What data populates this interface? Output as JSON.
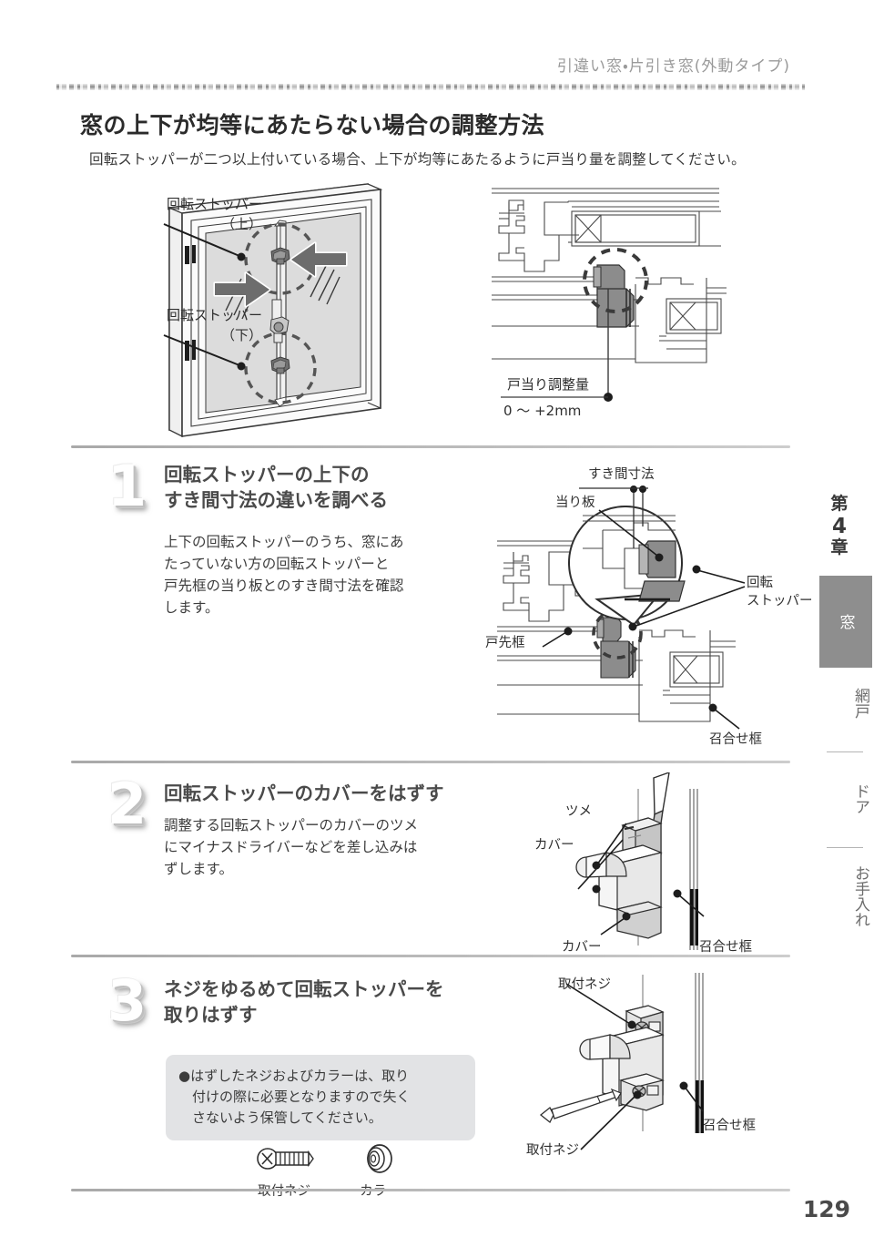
{
  "header": {
    "running_title": "引違い窓・片引き窓(外動タイプ)"
  },
  "section": {
    "title": "窓の上下が均等にあたらない場合の調整方法",
    "lead": "回転ストッパーが二つ以上付いている場合、上下が均等にあたるように戸当り量を調整してください。"
  },
  "overview_figure": {
    "window": {
      "label_upper_line1": "回転ストッパー",
      "label_upper_line2": "（上）",
      "label_lower_line1": "回転ストッパー",
      "label_lower_line2": "（下）"
    },
    "section_view": {
      "label_amount": "戸当り調整量",
      "label_range": "0 ～ +2mm"
    }
  },
  "steps": [
    {
      "number": "1",
      "title_line1": "回転ストッパーの上下の",
      "title_line2": "すき間寸法の違いを調べる",
      "body_line1": "上下の回転ストッパーのうち、窓にあ",
      "body_line2": "たっていない方の回転ストッパーと",
      "body_line3": "戸先框の当り板とのすき間寸法を確認",
      "body_line4": "します。",
      "figure_labels": {
        "gap": "すき間寸法",
        "strike_plate": "当り板",
        "stopper_line1": "回転",
        "stopper_line2": "ストッパー",
        "lead_stile": "戸先框",
        "meeting_stile": "召合せ框"
      }
    },
    {
      "number": "2",
      "title_line1": "回転ストッパーのカバーをはずす",
      "body_line1": "調整する回転ストッパーのカバーのツメ",
      "body_line2": "にマイナスドライバーなどを差し込みは",
      "body_line3": "ずします。",
      "figure_labels": {
        "claw": "ツメ",
        "cover_top": "カバー",
        "cover_bottom": "カバー",
        "meeting_stile": "召合せ框"
      }
    },
    {
      "number": "3",
      "title_line1": "ネジをゆるめて回転ストッパーを",
      "title_line2": "取りはずす",
      "note_line1": "●はずしたネジおよびカラーは、取り",
      "note_line2": "付けの際に必要となりますので失く",
      "note_line3": "さないよう保管してください。",
      "figure_labels": {
        "screw_top": "取付ネジ",
        "screw_bottom": "取付ネジ",
        "meeting_stile": "召合せ框"
      },
      "parts": [
        {
          "icon": "screw-icon",
          "label": "取付ネジ"
        },
        {
          "icon": "collar-icon",
          "label": "カラー"
        }
      ]
    }
  ],
  "side_tabs": {
    "chapter_prefix": "第",
    "chapter_number": "4",
    "chapter_suffix": "章",
    "items": [
      {
        "label": "窓",
        "active": true
      },
      {
        "label": "網戸",
        "active": false
      },
      {
        "label": "ドア",
        "active": false
      },
      {
        "label": "お手入れ",
        "active": false
      }
    ]
  },
  "footer": {
    "page_number": "129"
  },
  "colors": {
    "accent_gray": "#8e8e8e",
    "rule_gray": "#b4b4b4",
    "note_bg": "#e2e3e5",
    "text": "#3a3a3a",
    "header_text": "#9a9a9a"
  }
}
